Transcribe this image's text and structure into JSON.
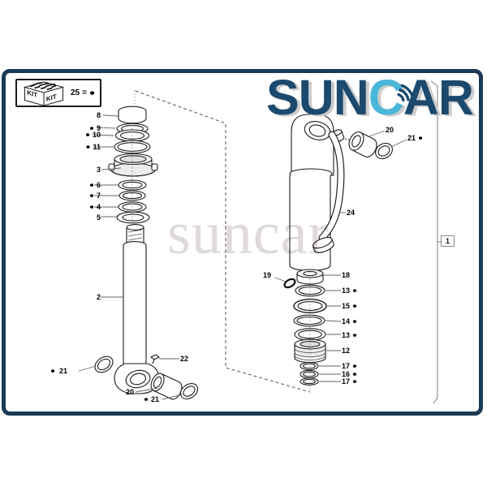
{
  "brand": {
    "logo_text_before_c": "SUN",
    "logo_letter_c": "C",
    "logo_text_after_c": "AR",
    "logo_navy_color": "#1c4a6e",
    "logo_cyan_color": "#49b6da",
    "watermark_text": "suncar"
  },
  "frame_color": "#1a3a56",
  "kit_box": {
    "kit_face_left": "KIT",
    "kit_face_right": "KIT",
    "part_number": "25",
    "equals_sign": "=",
    "marker": "●"
  },
  "assembly_bracket": {
    "ref_number": "1"
  },
  "parts": [
    {
      "num": "8",
      "marker": ""
    },
    {
      "num": "9",
      "marker": "●"
    },
    {
      "num": "10",
      "marker": "●"
    },
    {
      "num": "11",
      "marker": "●"
    },
    {
      "num": "3",
      "marker": ""
    },
    {
      "num": "6",
      "marker": "●"
    },
    {
      "num": "7",
      "marker": "●"
    },
    {
      "num": "4",
      "marker": "●"
    },
    {
      "num": "5",
      "marker": ""
    },
    {
      "num": "2",
      "marker": ""
    },
    {
      "num": "21",
      "marker": "●"
    },
    {
      "num": "22",
      "marker": ""
    },
    {
      "num": "20",
      "marker": ""
    },
    {
      "num": "21",
      "marker": "●"
    },
    {
      "num": "20",
      "marker": ""
    },
    {
      "num": "21",
      "marker": "●"
    },
    {
      "num": "24",
      "marker": ""
    },
    {
      "num": "19",
      "marker": ""
    },
    {
      "num": "18",
      "marker": ""
    },
    {
      "num": "13",
      "marker": "●"
    },
    {
      "num": "15",
      "marker": "●"
    },
    {
      "num": "14",
      "marker": "●"
    },
    {
      "num": "13",
      "marker": "●"
    },
    {
      "num": "12",
      "marker": ""
    },
    {
      "num": "17",
      "marker": "●"
    },
    {
      "num": "16",
      "marker": "●"
    },
    {
      "num": "17",
      "marker": "●"
    }
  ]
}
